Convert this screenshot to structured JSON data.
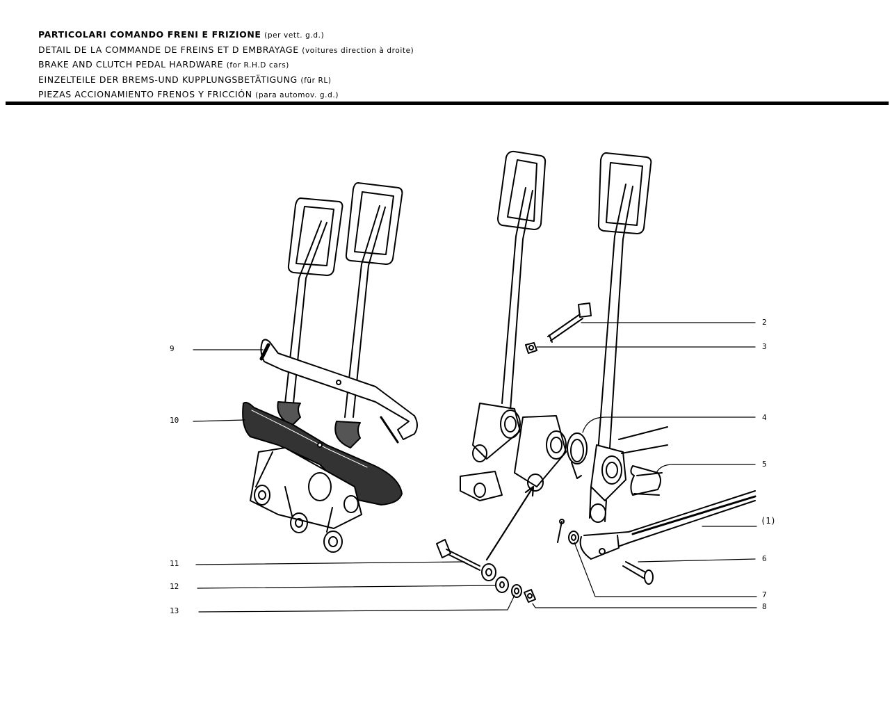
{
  "header": {
    "lines": [
      {
        "main": "PARTICOLARI COMANDO FRENI E FRIZIONE",
        "note": "(per vett. g.d.)"
      },
      {
        "main": "DETAIL DE LA COMMANDE DE FREINS ET D EMBRAYAGE",
        "note": "(voitures direction à droite)"
      },
      {
        "main": "BRAKE AND CLUTCH PEDAL HARDWARE",
        "note": "(for R.H.D cars)"
      },
      {
        "main": "EINZELTEILE DER BREMS-UND KUPPLUNGSBETÄTIGUNG",
        "note": "(für RL)"
      },
      {
        "main": "PIEZAS ACCIONAMIENTO FRENOS Y FRICCIÓN",
        "note": "(para automov. g.d.)"
      }
    ]
  },
  "callouts": {
    "c2": "2",
    "c3": "3",
    "c4": "4",
    "c5": "5",
    "c1": "(1)",
    "c6": "6",
    "c7": "7",
    "c8": "8",
    "c9": "9",
    "c10": "10",
    "c11": "11",
    "c12": "12",
    "c13": "13"
  }
}
